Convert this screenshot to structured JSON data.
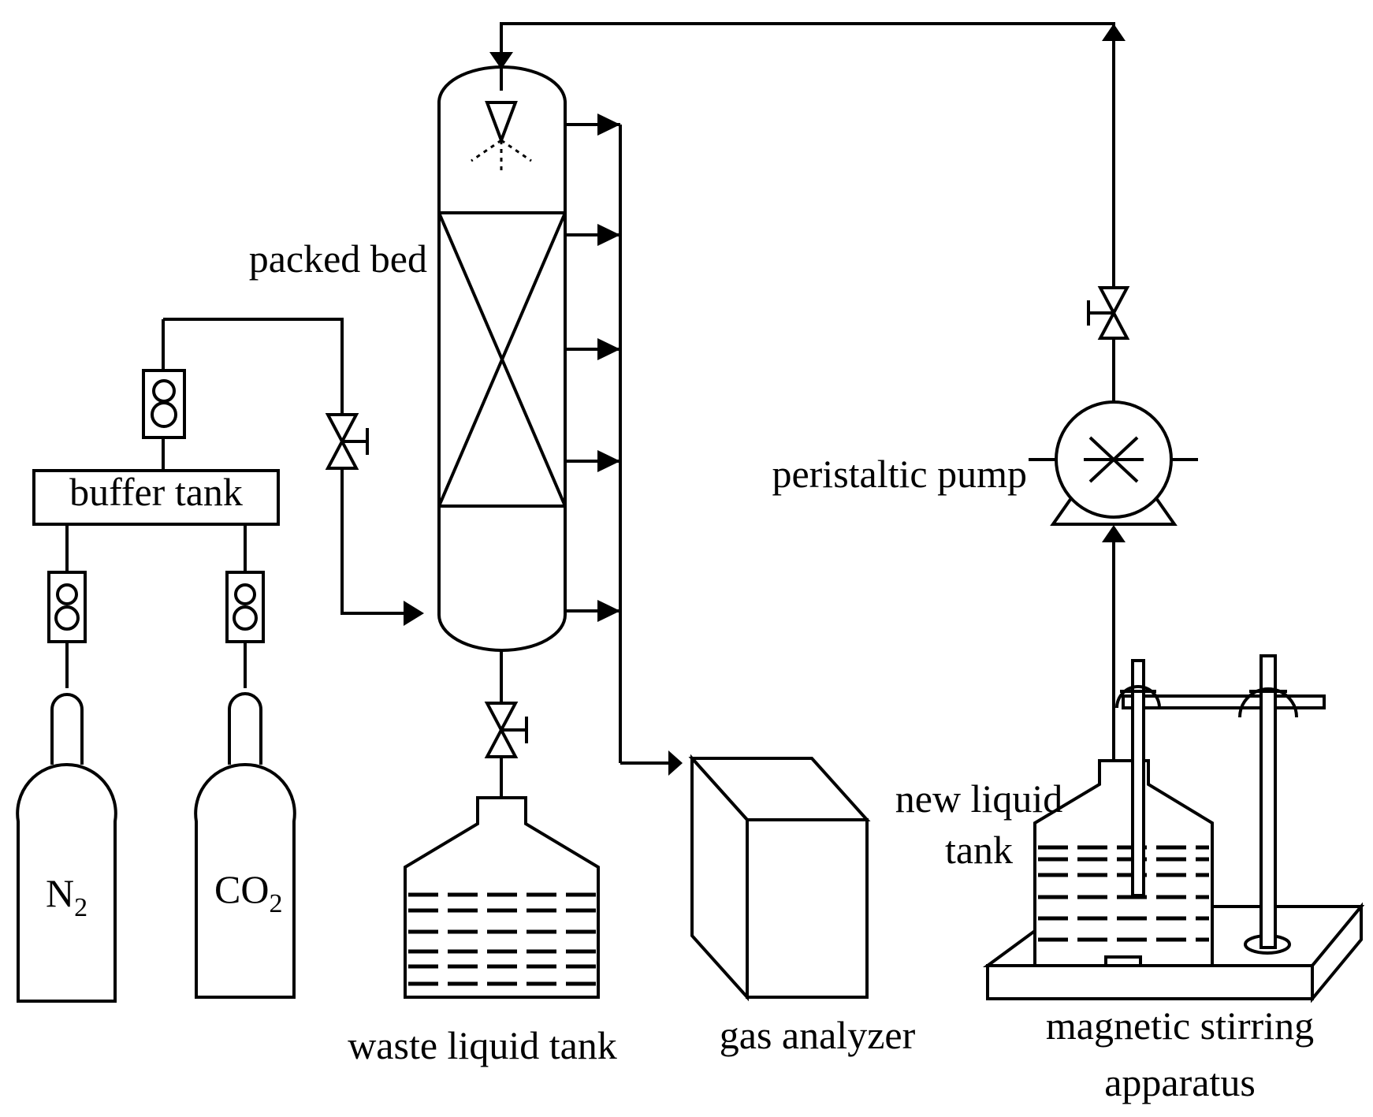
{
  "labels": {
    "packed_bed": "packed bed",
    "buffer_tank": "buffer tank",
    "n2_main": "N",
    "n2_sub": "2",
    "co2_main": "CO",
    "co2_sub": "2",
    "waste_tank": "waste liquid tank",
    "gas_analyzer": "gas analyzer",
    "peristaltic_pump": "peristaltic pump",
    "new_liquid_line1": "new liquid",
    "new_liquid_line2": "tank",
    "stirrer_line1": "magnetic stirring",
    "stirrer_line2": "apparatus"
  }
}
